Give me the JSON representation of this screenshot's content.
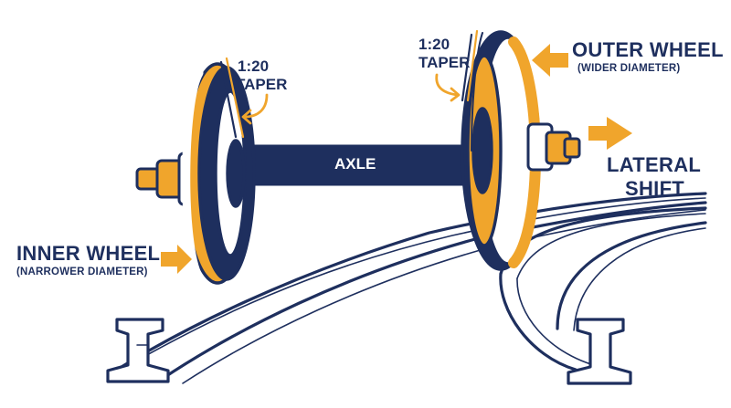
{
  "labels": {
    "axle": "AXLE",
    "taper_left_ratio": "1:20",
    "taper_left_word": "TAPER",
    "taper_right_ratio": "1:20",
    "taper_right_word": "TAPER",
    "outer_wheel_title": "OUTER WHEEL",
    "outer_wheel_sub": "(WIDER DIAMETER)",
    "inner_wheel_title": "INNER WHEEL",
    "inner_wheel_sub": "(NARROWER DIAMETER)",
    "lateral_line1": "LATERAL",
    "lateral_line2": "SHIFT"
  },
  "colors": {
    "navy": "#1e2f5e",
    "orange": "#f0a52c",
    "white": "#ffffff"
  },
  "icons": [
    "arrow-right-icon",
    "curved-arrow-icon"
  ]
}
